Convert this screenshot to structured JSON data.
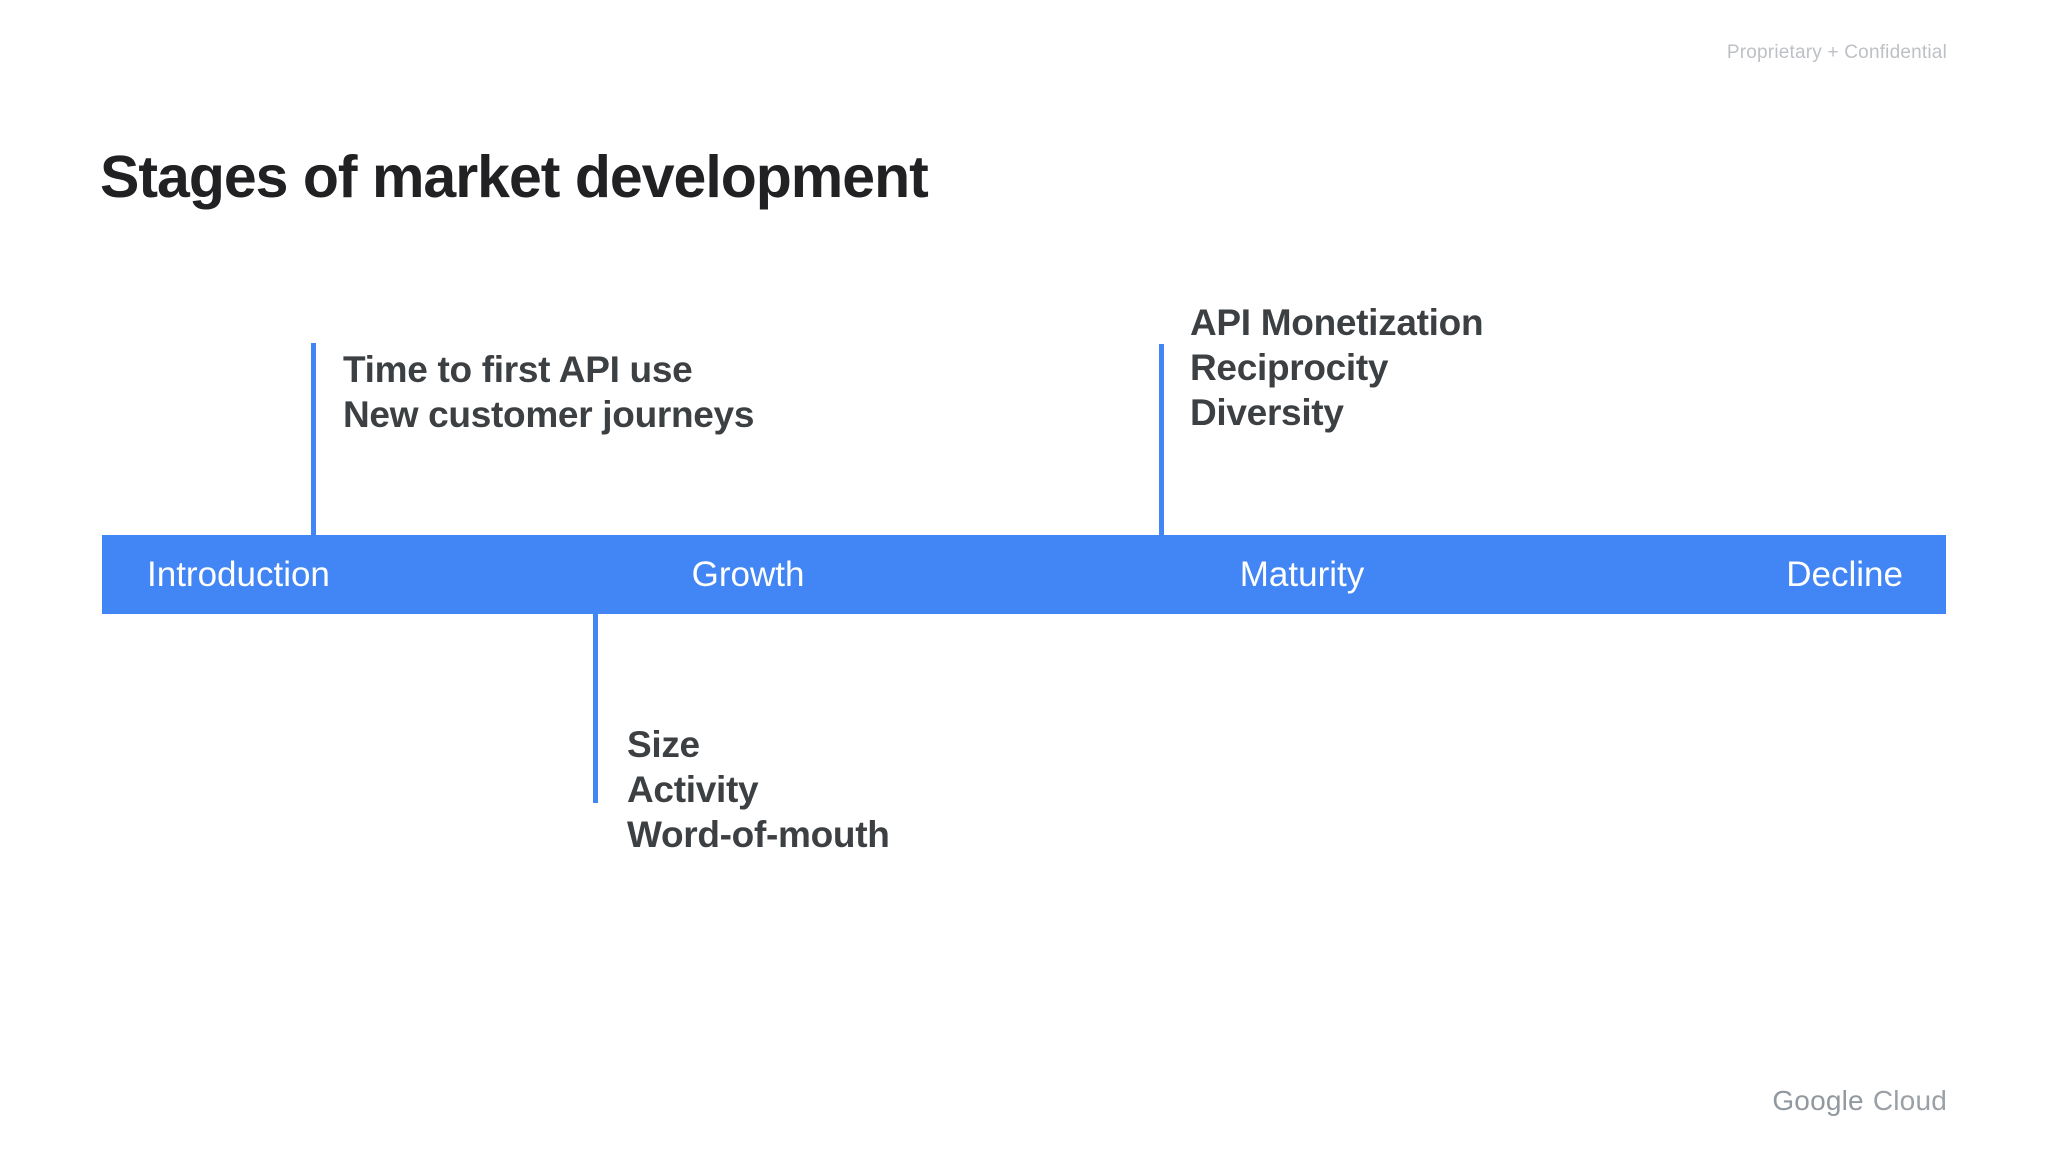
{
  "slide": {
    "classification": "Proprietary + Confidential",
    "title": "Stages of market development",
    "footer": {
      "brand": "Google",
      "product": "Cloud"
    }
  },
  "timeline": {
    "type": "stage-bar",
    "bar_color": "#4285f4",
    "label_color": "#ffffff",
    "stages": [
      {
        "label": "Introduction"
      },
      {
        "label": "Growth"
      },
      {
        "label": "Maturity"
      },
      {
        "label": "Decline"
      }
    ]
  },
  "callouts": [
    {
      "attached_to": "Growth",
      "position": "above-bar",
      "lines": [
        "Time to first API use",
        "New customer journeys"
      ]
    },
    {
      "attached_to": "Maturity",
      "position": "above-bar",
      "lines": [
        "API Monetization",
        "Reciprocity",
        "Diversity"
      ]
    },
    {
      "attached_to": "Growth",
      "position": "below-bar",
      "lines": [
        "Size",
        "Activity",
        "Word-of-mouth"
      ]
    }
  ],
  "colors": {
    "accent_blue": "#4285f4",
    "title_text": "#212124",
    "callout_text": "#3c4043",
    "muted_text": "#bdc1c6",
    "footer_text": "#9aa0a6",
    "background": "#ffffff"
  }
}
